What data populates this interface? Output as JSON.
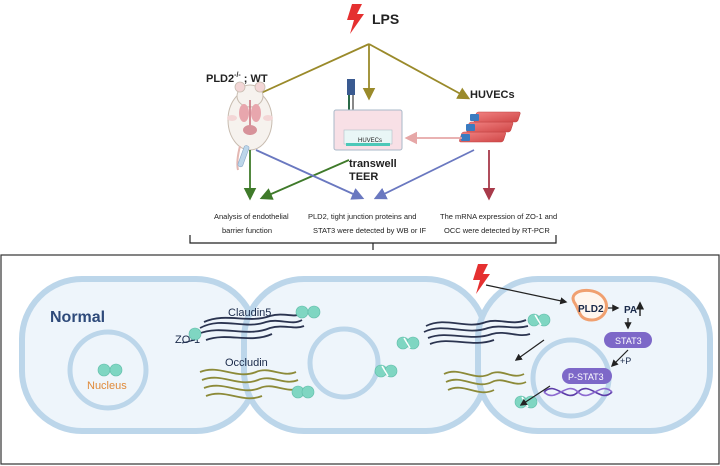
{
  "top": {
    "lps_label": "LPS",
    "mouse_label": "PLD2",
    "mouse_sup": "-/-",
    "mouse_suffix": "; WT",
    "huvecs_label": "HUVECs",
    "transwell_inner": "HUVECs",
    "transwell_label": "transwell",
    "teer_label": "TEER",
    "result_left_1": "Analysis of endothelial",
    "result_left_2": "barrier function",
    "result_mid_1": "PLD2, tight junction proteins and",
    "result_mid_2": "STAT3 were detected by WB or IF",
    "result_right_1": "The mRNA expression of ZO-1 and",
    "result_right_2": "OCC were detected by RT-PCR"
  },
  "bottom": {
    "normal_label": "Normal",
    "claudin_label": "Claudin5",
    "zo1_label": "ZO-1",
    "occludin_label": "Occludin",
    "nucleus_label": "Nucleus",
    "pld2_label": "PLD2",
    "pa_label": "PA",
    "stat3_label": "STAT3",
    "plus_p_label": "+P",
    "pstat3_label": "P-STAT3"
  },
  "colors": {
    "lightning": "#e53030",
    "olive_arrow": "#9a8a2a",
    "green_arrow": "#3f7a2a",
    "blue_arrow": "#6a78c0",
    "red_arrow": "#a83a4a",
    "pink_arrow": "#e6a7a7",
    "cell_blue": "#bcd6ea",
    "junction_dark": "#2b3450",
    "junction_olive": "#8c8a38",
    "zo1_teal": "#7fd6c2",
    "pld2_orange": "#f0a070",
    "stat3_purple": "#7d68c8"
  }
}
